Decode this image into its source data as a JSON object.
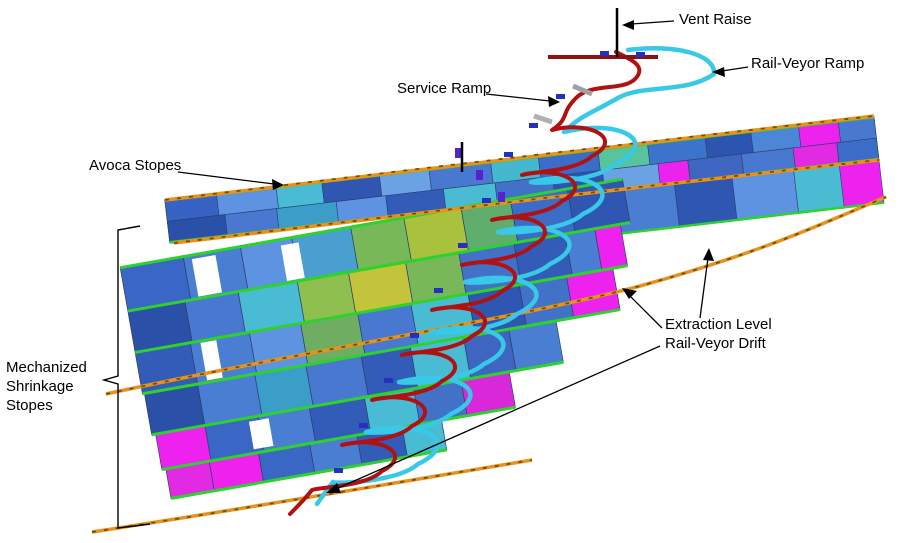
{
  "window": {
    "width": "921",
    "height": "543",
    "background": "#ffffff"
  },
  "diagram": {
    "type": "mine-longitudinal-3d-view",
    "labels": {
      "vent_raise": "Vent Raise",
      "rail_veyor_ramp": "Rail-Veyor Ramp",
      "service_ramp": "Service Ramp",
      "avoca_stopes": "Avoca Stopes",
      "extraction_level_drift": "Extraction Level\nRail-Veyor Drift",
      "mechanized_shrinkage_stopes": "Mechanized\nShrinkage\nStopes"
    },
    "colors": {
      "service_ramp": "#b01212",
      "rail_veyor_ramp": "#38c8e8",
      "drift": "#e8921e",
      "drift_ties": "#6b5407",
      "level_line": "#2dd22d",
      "stope_blue": "#4a7ed2",
      "stope_green_zone": "#a8c23e",
      "stope_magenta": "#ee22ee",
      "vent_raise_line": "#000000",
      "annotation": "#000000"
    }
  }
}
